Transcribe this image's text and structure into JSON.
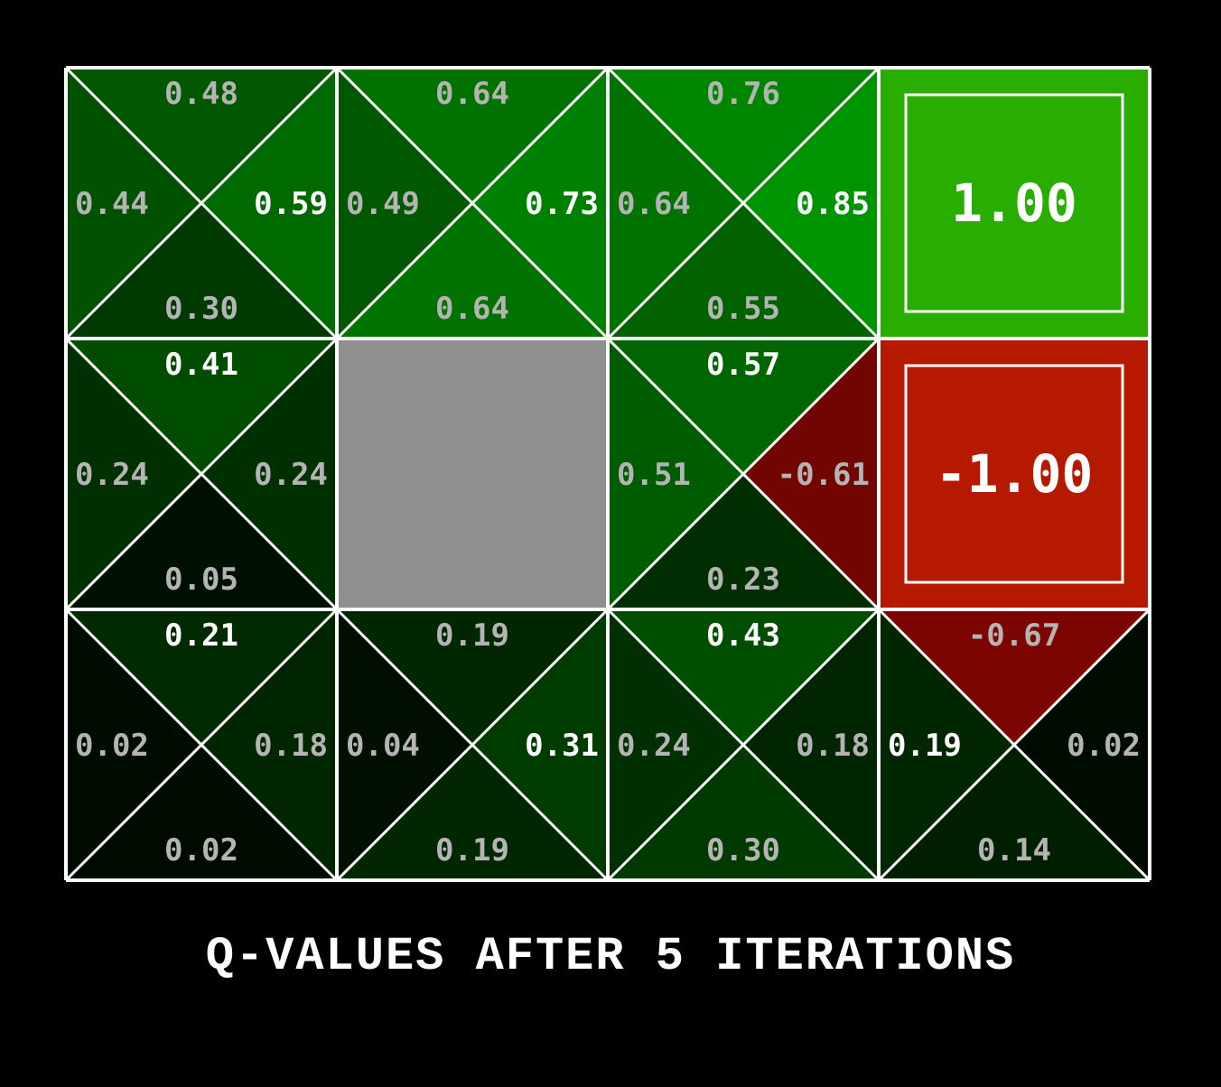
{
  "caption": "Q-VALUES AFTER 5 ITERATIONS",
  "colors": {
    "background": "#000000",
    "grid_lines": "#ffffff",
    "wall": "#8f8f8f",
    "positive_max": "#29ad00",
    "negative_max": "#b51a00",
    "text_bright": "#ffffff",
    "text_dim": "#b4b4b4"
  },
  "grid": {
    "cols": 4,
    "rows": 3,
    "cells": [
      {
        "row": 0,
        "col": 0,
        "type": "q",
        "north": "0.48",
        "west": "0.44",
        "east": "0.59",
        "south": "0.30",
        "best": "east"
      },
      {
        "row": 0,
        "col": 1,
        "type": "q",
        "north": "0.64",
        "west": "0.49",
        "east": "0.73",
        "south": "0.64",
        "best": "east"
      },
      {
        "row": 0,
        "col": 2,
        "type": "q",
        "north": "0.76",
        "west": "0.64",
        "east": "0.85",
        "south": "0.55",
        "best": "east"
      },
      {
        "row": 0,
        "col": 3,
        "type": "terminal",
        "value": "1.00"
      },
      {
        "row": 1,
        "col": 0,
        "type": "q",
        "north": "0.41",
        "west": "0.24",
        "east": "0.24",
        "south": "0.05",
        "best": "north"
      },
      {
        "row": 1,
        "col": 1,
        "type": "wall"
      },
      {
        "row": 1,
        "col": 2,
        "type": "q",
        "north": "0.57",
        "west": "0.51",
        "east": "-0.61",
        "south": "0.23",
        "best": "north"
      },
      {
        "row": 1,
        "col": 3,
        "type": "terminal",
        "value": "-1.00"
      },
      {
        "row": 2,
        "col": 0,
        "type": "q",
        "north": "0.21",
        "west": "0.02",
        "east": "0.18",
        "south": "0.02",
        "best": "north"
      },
      {
        "row": 2,
        "col": 1,
        "type": "q",
        "north": "0.19",
        "west": "0.04",
        "east": "0.31",
        "south": "0.19",
        "best": "east"
      },
      {
        "row": 2,
        "col": 2,
        "type": "q",
        "north": "0.43",
        "west": "0.24",
        "east": "0.18",
        "south": "0.30",
        "best": "north"
      },
      {
        "row": 2,
        "col": 3,
        "type": "q",
        "north": "-0.67",
        "west": "0.19",
        "east": "0.02",
        "south": "0.14",
        "best": "west"
      }
    ]
  }
}
